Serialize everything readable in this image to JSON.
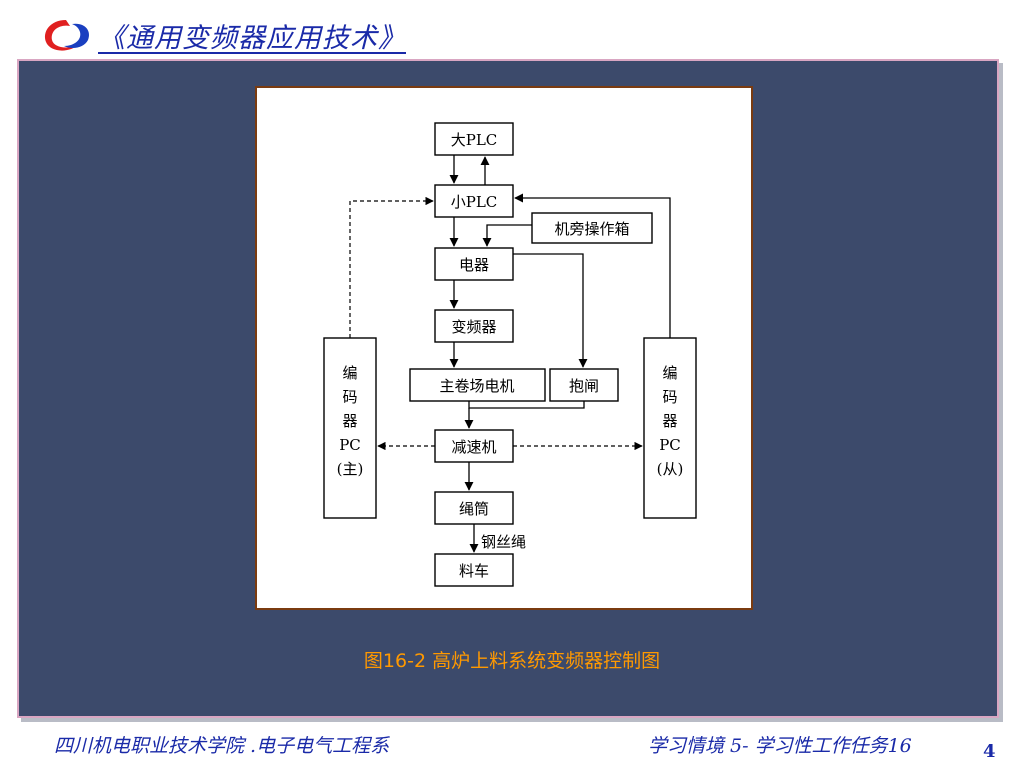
{
  "header": {
    "title": "《通用变频器应用技术》"
  },
  "diagram": {
    "big_plc": "大PLC",
    "small_plc": "小PLC",
    "side_box": "机旁操作箱",
    "electrical": "电器",
    "inverter": "变频器",
    "main_motor": "主卷场电机",
    "brake": "抱闸",
    "reducer": "减速机",
    "drum": "绳筒",
    "wire_rope": "钢丝绳",
    "skip_car": "料车",
    "encoder_master": [
      "编",
      "码",
      "器",
      "PC",
      "(主)"
    ],
    "encoder_slave": [
      "编",
      "码",
      "器",
      "PC",
      "(从)"
    ]
  },
  "caption": "图16-2  高炉上料系统变频器控制图",
  "footer": {
    "left": "四川机电职业技术学院 .电子电气工程系",
    "right": "学习情境 5- 学习性工作任务16",
    "page": "4"
  }
}
